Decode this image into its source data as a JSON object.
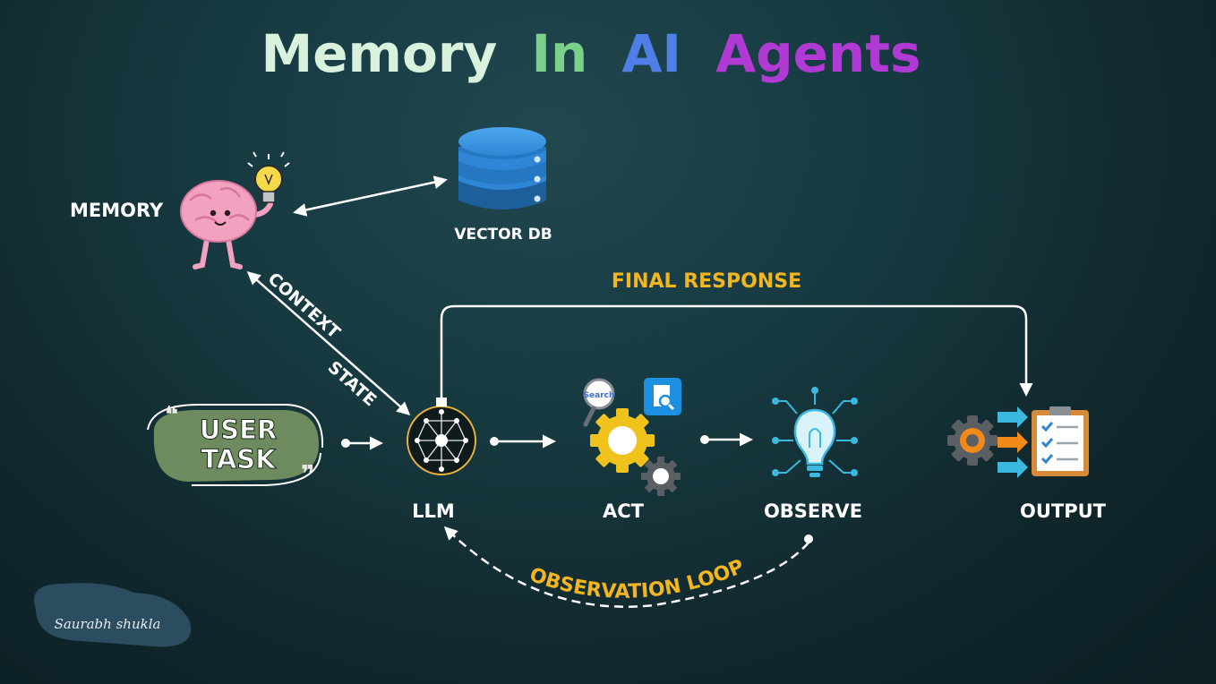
{
  "title": {
    "words": [
      {
        "text": "Memory",
        "color": "#d9f2dd"
      },
      {
        "text": "In",
        "color": "#7bd08a"
      },
      {
        "text": "AI",
        "color": "#4f7fe6"
      },
      {
        "text": "Agents",
        "color": "#b13ad4"
      }
    ]
  },
  "nodes": {
    "memory": "MEMORY",
    "vector_db": "VECTOR DB",
    "user_task_line1": "USER",
    "user_task_line2": "TASK",
    "llm": "LLM",
    "act": "ACT",
    "observe": "OBSERVE",
    "output": "OUTPUT"
  },
  "edges": {
    "context": "CONTEXT",
    "state": "STATE",
    "final_response": "FINAL RESPONSE",
    "observation_loop": "OBSERVATION LOOP"
  },
  "icons": {
    "search_badge": "Search"
  },
  "signature": "Saurabh shukla",
  "colors": {
    "accent_yellow": "#f4b61f",
    "user_task_fill": "#6e8b5f",
    "db_blue": "#2f86d6",
    "brain_pink": "#f3a1c0"
  }
}
